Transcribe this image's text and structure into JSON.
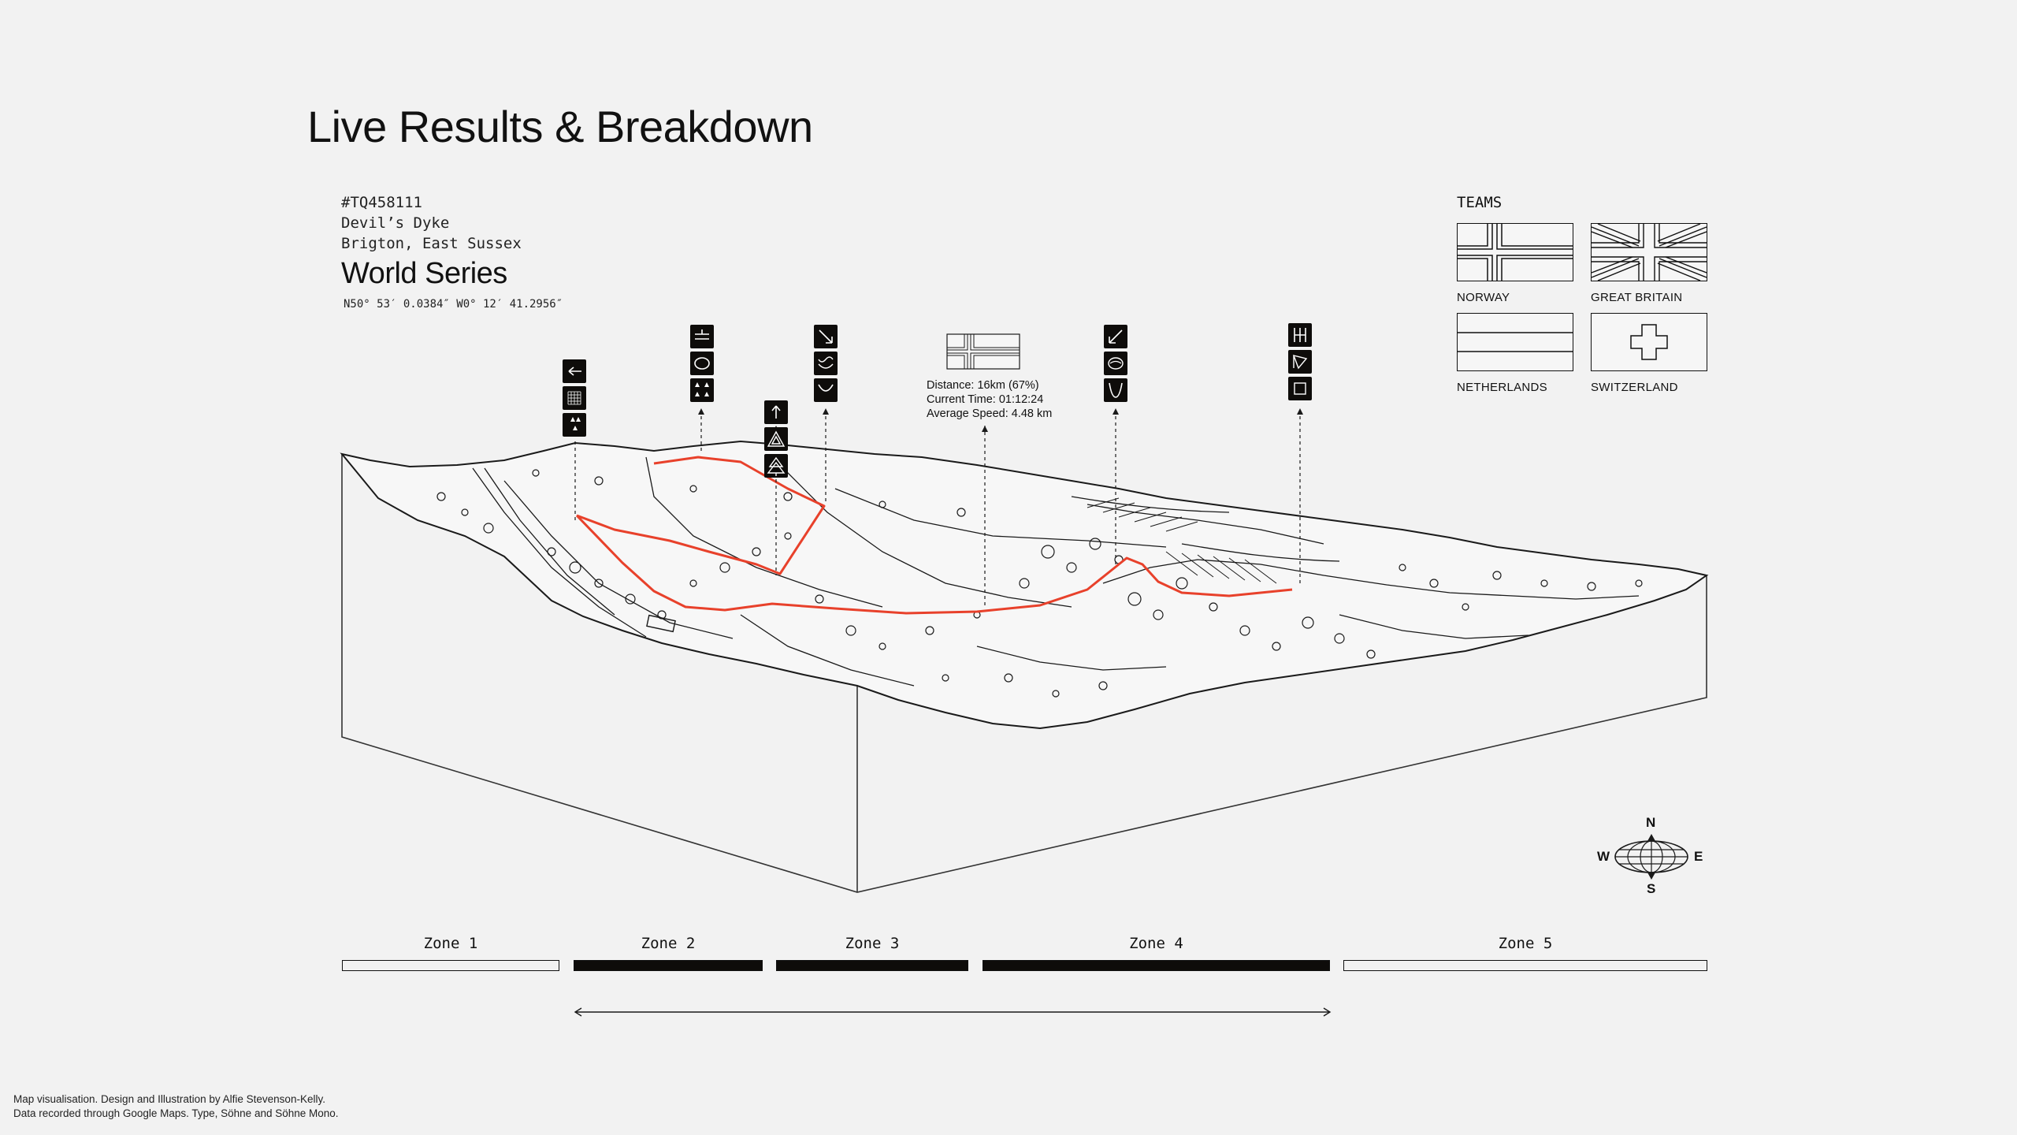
{
  "header": {
    "title": "Live Results & Breakdown"
  },
  "location": {
    "grid_ref": "#TQ458111",
    "place": "Devil’s Dyke",
    "region": "Brigton, East Sussex",
    "event": "World Series",
    "coordinates": "N50° 53′ 0.0384″ W0° 12′ 41.2956″"
  },
  "teams": {
    "title": "TEAMS",
    "items": [
      {
        "name": "NORWAY",
        "flag": "cross"
      },
      {
        "name": "GREAT BRITAIN",
        "flag": "union"
      },
      {
        "name": "NETHERLANDS",
        "flag": "tricolour"
      },
      {
        "name": "SWITZERLAND",
        "flag": "swiss"
      }
    ]
  },
  "live": {
    "distance": "Distance: 16km (67%)",
    "time": "Current Time: 01:12:24",
    "speed": "Average Speed: 4.48 km"
  },
  "compass": {
    "n": "N",
    "s": "S",
    "e": "E",
    "w": "W"
  },
  "zones": [
    {
      "label": "Zone 1",
      "active": false
    },
    {
      "label": "Zone 2",
      "active": true
    },
    {
      "label": "Zone 3",
      "active": true
    },
    {
      "label": "Zone 4",
      "active": true
    },
    {
      "label": "Zone 5",
      "active": false
    }
  ],
  "icons": {
    "column1": [
      "arrow-left-icon",
      "grid-icon",
      "cluster-icon"
    ],
    "column2": [
      "equals-icon",
      "oval-icon",
      "cluster-icon"
    ],
    "column3": [
      "arrow-up-icon",
      "triangle-icon",
      "tree-icon"
    ],
    "column4": [
      "arrow-down-right-icon",
      "wave-icon",
      "valley-icon"
    ],
    "column5": [
      "arrow-down-left-icon",
      "ring-icon",
      "narrow-valley-icon"
    ],
    "column6": [
      "bars-icon",
      "flag-triangle-icon",
      "square-icon"
    ]
  },
  "colors": {
    "route": "#e8412b",
    "ink": "#111111",
    "background": "#f2f2f2"
  },
  "footer": {
    "line1": "Map visualisation. Design and Illustration by Alfie Stevenson-Kelly.",
    "line2": "Data recorded through Google Maps. Type, Söhne and Söhne Mono."
  }
}
